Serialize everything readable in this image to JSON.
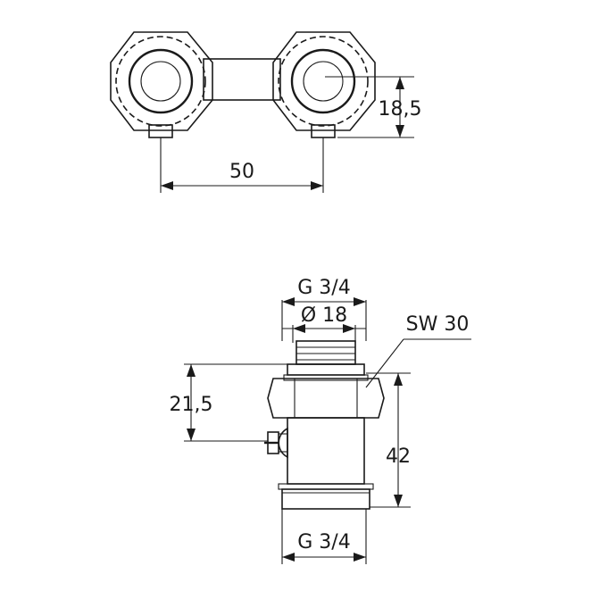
{
  "top_view": {
    "dim_spacing": "50",
    "dim_height": "18,5"
  },
  "side_view": {
    "dim_thread_top": "G 3/4",
    "dim_diameter": "Ø 18",
    "dim_wrench": "SW 30",
    "dim_upper_height": "21,5",
    "dim_total_height": "42",
    "dim_thread_bottom": "G 3/4"
  },
  "colors": {
    "ink": "#1a1a1a",
    "background": "#ffffff"
  }
}
